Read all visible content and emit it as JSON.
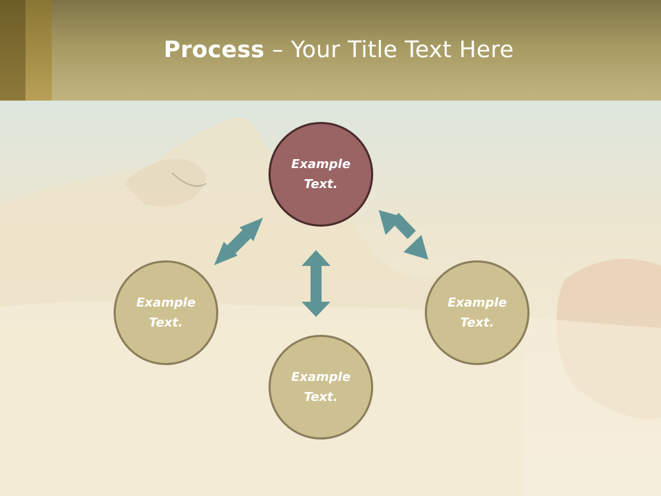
{
  "title": {
    "bold": "Process",
    "rest": " – Your Title Text Here"
  },
  "nodes": {
    "center": "Example Text.",
    "left": "Example Text.",
    "bottom": "Example Text.",
    "right": "Example Text."
  },
  "colors": {
    "center_fill": "#9a6464",
    "outer_fill": "#cdc191",
    "arrow": "#5e9496",
    "header": "#b8a872"
  }
}
